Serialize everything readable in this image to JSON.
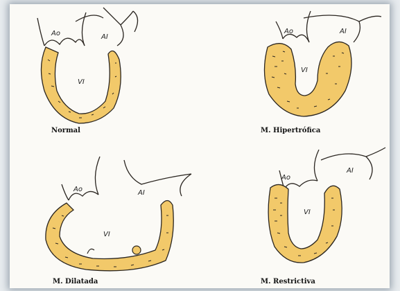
{
  "colors": {
    "myocardium": "#f2c96a",
    "ink": "#2a2520",
    "paper": "#fbfaf6"
  },
  "panels": [
    {
      "caption": "Normal",
      "labels": {
        "aorta": "Ao",
        "atrium": "AI",
        "ventricle": "VI"
      }
    },
    {
      "caption": "M. Hipertrófica",
      "labels": {
        "aorta": "Ao",
        "atrium": "AI",
        "ventricle": "VI"
      }
    },
    {
      "caption": "M. Dilatada",
      "labels": {
        "aorta": "Ao",
        "atrium": "AI",
        "ventricle": "VI"
      }
    },
    {
      "caption": "M. Restrictiva",
      "labels": {
        "aorta": "Ao",
        "atrium": "AI",
        "ventricle": "VI"
      }
    }
  ]
}
